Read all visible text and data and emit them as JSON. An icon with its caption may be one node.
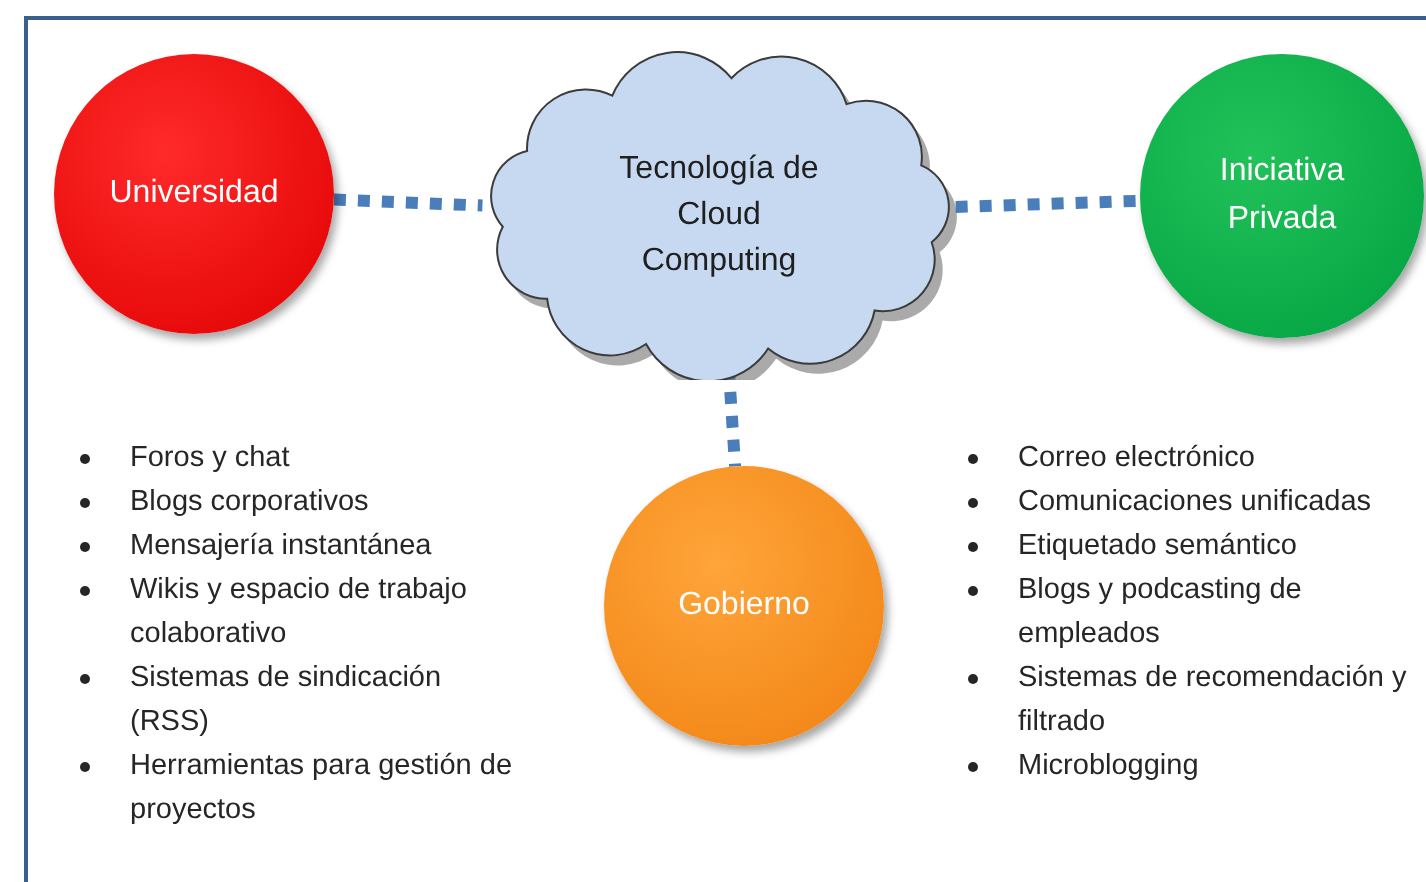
{
  "diagram": {
    "nodes": [
      {
        "text": [
          "Tecnología de Cloud Computing"
        ]
      },
      {
        "text": [
          "Universidad"
        ]
      },
      {
        "text": [
          "Iniciativa Privada"
        ]
      },
      {
        "text": [
          "Gobierno"
        ]
      }
    ],
    "edges": [
      {
        "from": 1,
        "to": 0,
        "arrow": "none",
        "style": "dashed"
      },
      {
        "from": 0,
        "to": 2,
        "arrow": "none",
        "style": "dashed"
      },
      {
        "from": 0,
        "to": 3,
        "arrow": "none",
        "style": "dashed"
      }
    ],
    "labels": [
      "Foros y chat",
      "Blogs corporativos",
      "Mensajería instantánea",
      "Wikis y espacio de trabajo colaborativo",
      "Sistemas de sindicación (RSS)",
      "Herramientas para gestión de proyectos",
      "Correo electrónico",
      "Comunicaciones unificadas",
      "Etiquetado semántico",
      "Blogs  y podcasting de empleados",
      "Sistemas de recomendación y filtrado",
      "Microblogging"
    ]
  }
}
